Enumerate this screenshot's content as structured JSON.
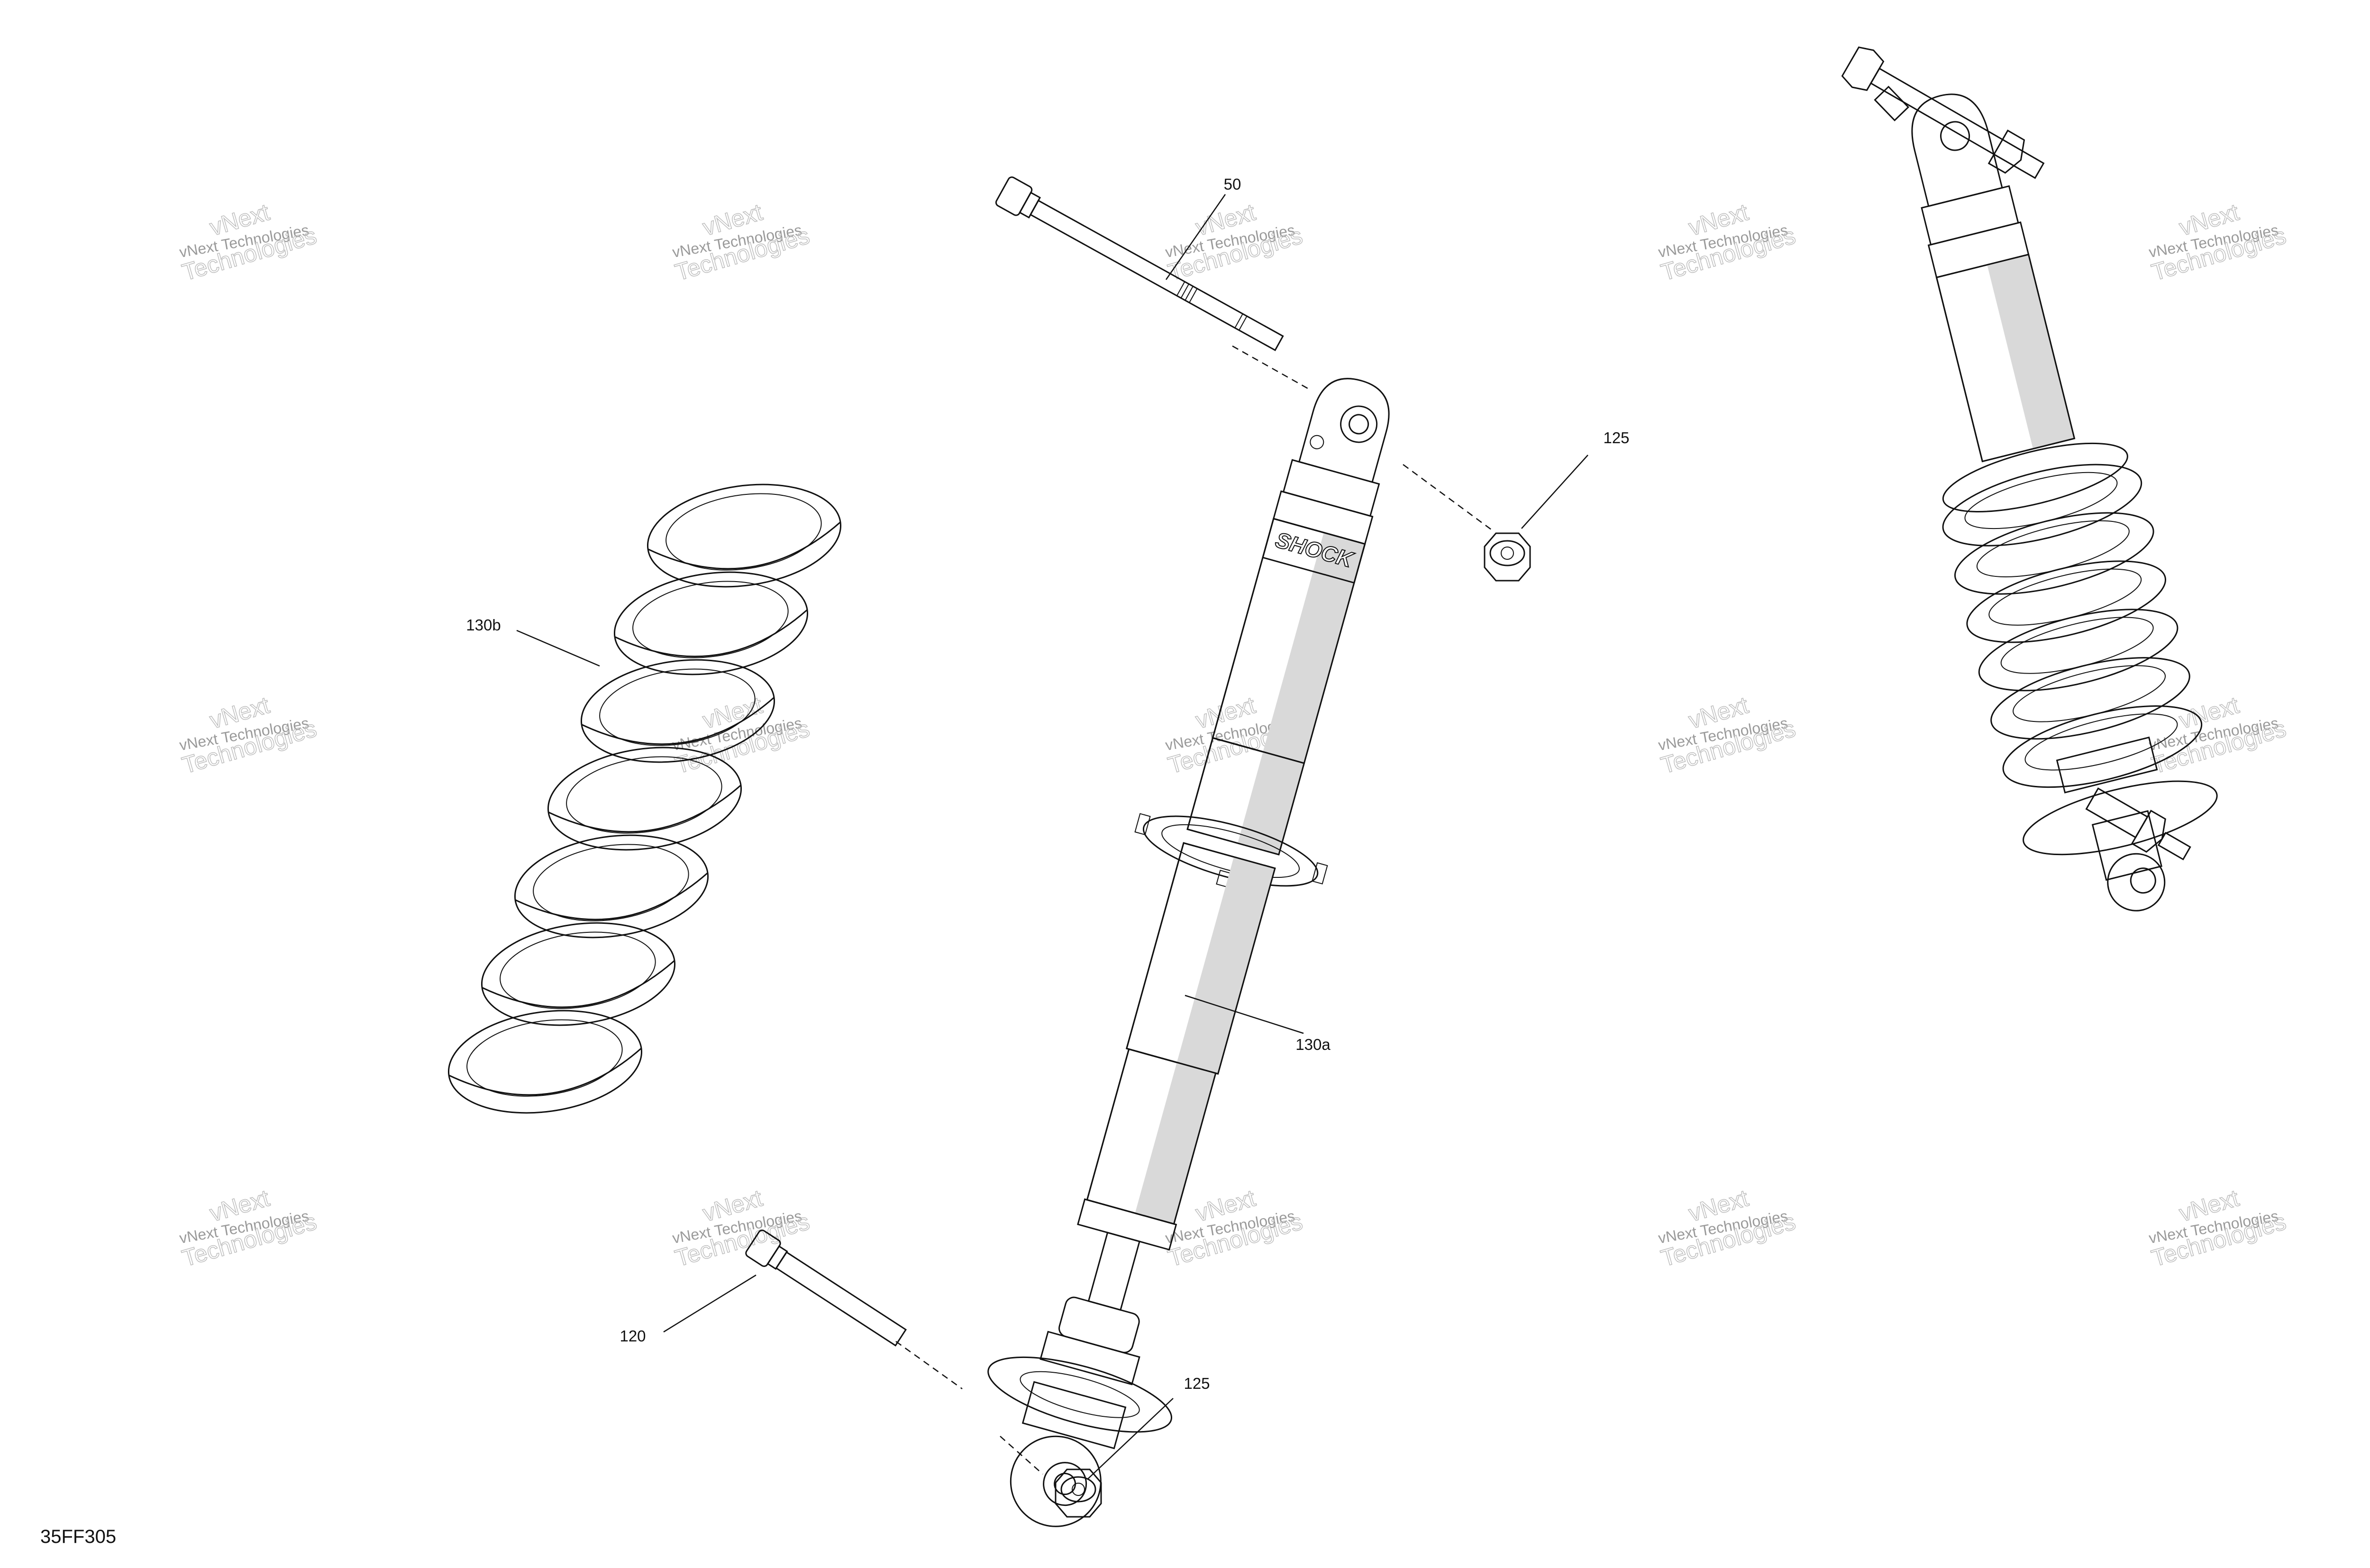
{
  "diagram_code": "35FF305",
  "watermark": {
    "line1": "vNext Technologies",
    "line2": "vNext\nTechnologies"
  },
  "callouts": {
    "bolt_top": "50",
    "nut_top": "125",
    "spring": "130b",
    "shock": "130a",
    "bolt_bottom": "120",
    "nut_bottom": "125"
  },
  "shock_logo": "SHOCK",
  "colors": {
    "line": "#111111",
    "shade_dark": "#cfcfcf",
    "shade_light": "#e6e6e6",
    "watermark": "#9a9a9a"
  }
}
